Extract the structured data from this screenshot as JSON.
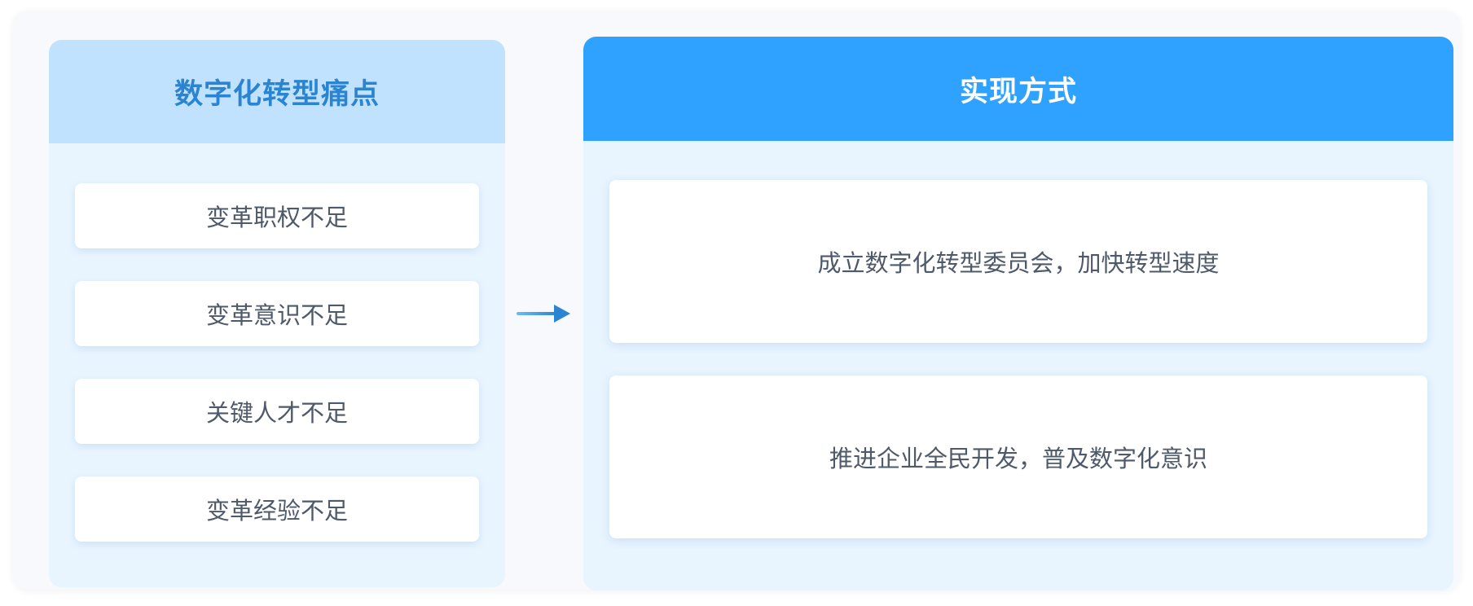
{
  "left_panel": {
    "title": "数字化转型痛点",
    "items": [
      {
        "label": "变革职权不足"
      },
      {
        "label": "变革意识不足"
      },
      {
        "label": "关键人才不足"
      },
      {
        "label": "变革经验不足"
      }
    ]
  },
  "connector": {
    "icon": "arrow-right-icon"
  },
  "right_panel": {
    "title": "实现方式",
    "items": [
      {
        "label": "成立数字化转型委员会，加快转型速度"
      },
      {
        "label": "推进企业全民开发，普及数字化意识"
      }
    ]
  },
  "colors": {
    "left_header_bg": "#c0e2fe",
    "left_header_text": "#2a84d2",
    "right_header_bg": "#2fa1fe",
    "right_header_text": "#ffffff",
    "panel_bg": "#e8f4fe",
    "item_text": "#4e5969",
    "arrow_start": "#6bbdf5",
    "arrow_end": "#2a84d2"
  }
}
